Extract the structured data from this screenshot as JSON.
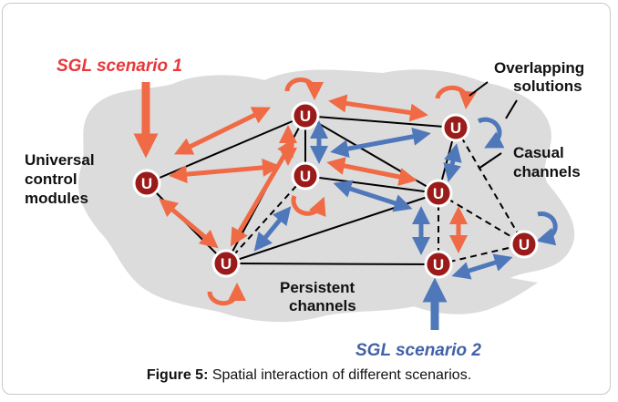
{
  "figure": {
    "caption_bold": "Figure 5:",
    "caption_text": " Spatial interaction of different scenarios."
  },
  "labels": {
    "sgl1": "SGL scenario 1",
    "sgl2": "SGL scenario 2",
    "universal_line1": "Universal",
    "universal_line2": "control",
    "universal_line3": "modules",
    "overlap_line1": "Overlapping",
    "overlap_line2": "solutions",
    "casual_line1": "Casual",
    "casual_line2": "channels",
    "persistent_line1": "Persistent",
    "persistent_line2": "channels"
  },
  "node_letter": "U",
  "colors": {
    "cloud": "#dcdcdc",
    "node_fill": "#9b1b1b",
    "orange": "#f06a45",
    "blue": "#4f78bb",
    "sgl1_text": "#e8383a",
    "sgl2_text": "#4361a8"
  }
}
